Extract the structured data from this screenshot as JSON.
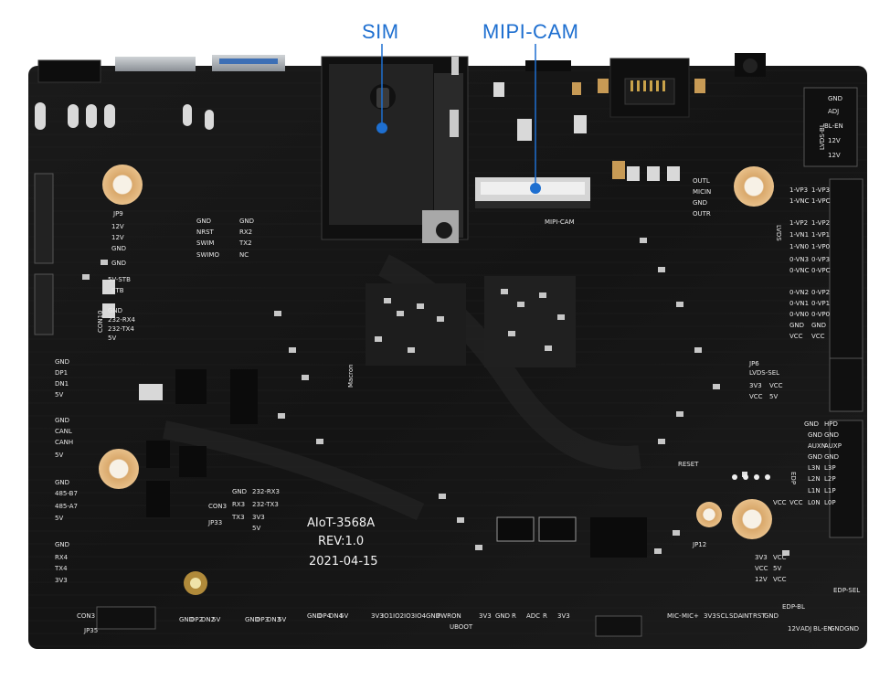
{
  "callouts": {
    "sim": "SIM",
    "mipi_cam": "MIPI-CAM"
  },
  "board": {
    "model": "AIoT-3568A",
    "revision": "REV:1.0",
    "date": "2021-04-15",
    "connector_silk": "MIPI-CAM",
    "silkscreen": {
      "jp9": "JP9",
      "jp9_pins": [
        "12V",
        "12V",
        "GND",
        "GND",
        "5V-STB",
        "STB"
      ],
      "swd_pins": [
        "GND",
        "NRST",
        "SWIM",
        "SWIMO"
      ],
      "uart_pins": [
        "GND",
        "RX2",
        "TX2",
        "NC"
      ],
      "con_uart": [
        "GND",
        "232-RX4",
        "232-TX4",
        "5V"
      ],
      "con_uart_label": "CON10",
      "can_pins": [
        "GND",
        "CANL",
        "CANH",
        "5V"
      ],
      "dp_pins": [
        "GND",
        "DP1",
        "DN1",
        "5V"
      ],
      "rs485_pins": [
        "GND",
        "485-B7",
        "485-A7",
        "5V"
      ],
      "ttl_pins": [
        "GND",
        "RX4",
        "TX4",
        "3V3"
      ],
      "audio_pins": [
        "OUTL",
        "MICIN",
        "GND",
        "OUTR"
      ],
      "lvds_top_pins": [
        "GND",
        "ADJ",
        "BL-EN",
        "12V",
        "12V"
      ],
      "lvds_top_label": "LVDS-BL",
      "lvds_pins_left": [
        "1-VP3",
        "1-VNC",
        "1-VP2",
        "1-VN1",
        "1-VN0",
        "0-VN3",
        "0-VNC",
        "0-VN2",
        "0-VN1",
        "0-VN0",
        "GND",
        "VCC"
      ],
      "lvds_pins_right": [
        "1-VP3",
        "1-VPC",
        "1-VP2",
        "1-VP1",
        "1-VP0",
        "0-VP3",
        "0-VPC",
        "0-VP2",
        "0-VP1",
        "0-VP0",
        "GND",
        "VCC"
      ],
      "lvds_label": "LVDS",
      "jp6": "JP6",
      "lvds_sel": "LVDS-SEL",
      "lvds_sel_pins": [
        "3V3",
        "VCC",
        "VCC",
        "5V"
      ],
      "edp_pins_left": [
        "GND",
        "GND",
        "AUXN",
        "GND",
        "L3N",
        "L2N",
        "L1N",
        "L0N",
        "VCC"
      ],
      "edp_pins_right": [
        "HPD",
        "GND",
        "AUXP",
        "GND",
        "L3P",
        "L2P",
        "L1P",
        "L0P",
        "VCC"
      ],
      "edp_label": "EDP",
      "edp_sel": "EDP-SEL",
      "edp_sel_pins": [
        "3V3",
        "VCC",
        "VCC",
        "5V",
        "12V",
        "VCC"
      ],
      "jp12": "JP12",
      "reset": "RESET",
      "con_rs232": "CON3",
      "rs232_pins": [
        "GND",
        "RX3",
        "232-RX3",
        "TX3",
        "232-TX3",
        "3V3",
        "5V"
      ],
      "jp33": "JP33",
      "jp35": "JP35",
      "con_bottom": "CON3",
      "bottom_pins_a": [
        "GND",
        "DP2",
        "DN2",
        "5V"
      ],
      "bottom_pins_b": [
        "GND",
        "DP3",
        "DN3",
        "5V"
      ],
      "bottom_pins_c": [
        "GND",
        "DP4",
        "DN4",
        "5V"
      ],
      "bottom_pins_d": [
        "3V3",
        "IO1",
        "IO2",
        "IO3",
        "IO4",
        "GND",
        "PWRON",
        "UBOOT"
      ],
      "bottom_pins_e": [
        "3V3",
        "GND",
        "R",
        "ADC",
        "R",
        "3V3"
      ],
      "bottom_pins_f": [
        "MIC-",
        "MIC+"
      ],
      "bottom_pins_g": [
        "3V3",
        "SCL",
        "SDA",
        "INT",
        "RST",
        "GND"
      ],
      "bottom_pins_h": [
        "12V",
        "ADJ",
        "BL-EN",
        "GND",
        "GND"
      ],
      "edp_bl": "EDP-BL",
      "macron": "Macron"
    }
  }
}
